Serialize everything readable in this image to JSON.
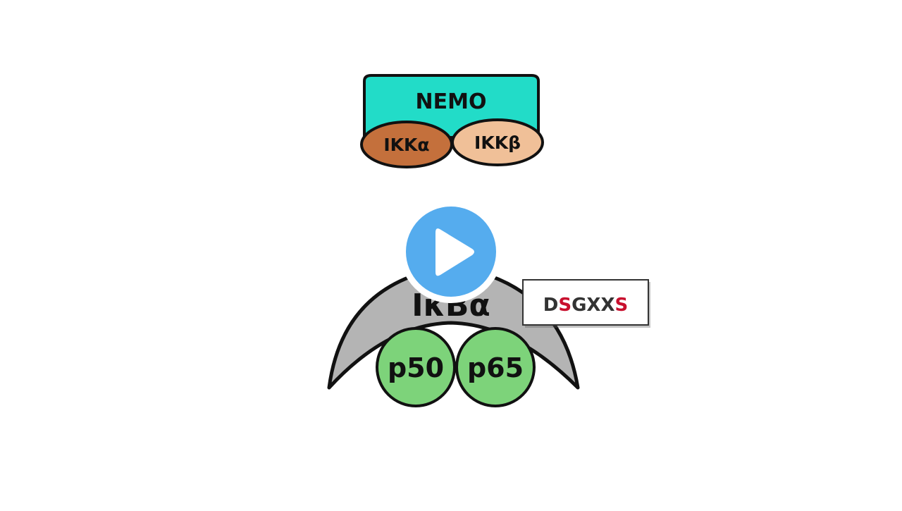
{
  "complex": {
    "nemo_label": "NEMO",
    "ikk_alpha_label": "IKKα",
    "ikk_beta_label": "IKKβ"
  },
  "substrate": {
    "ikb_label": "IκBα",
    "p50_label": "p50",
    "p65_label": "p65"
  },
  "motif": {
    "segments": [
      {
        "text": "D",
        "highlight": false
      },
      {
        "text": "S",
        "highlight": true
      },
      {
        "text": "G",
        "highlight": false
      },
      {
        "text": "X",
        "highlight": false
      },
      {
        "text": "X",
        "highlight": false
      },
      {
        "text": "S",
        "highlight": true
      }
    ]
  },
  "colors": {
    "nemo": "#22dcc8",
    "ikk_alpha": "#c4703c",
    "ikk_beta": "#f0c098",
    "ikb": "#b4b4b4",
    "nfkb": "#7dd37a",
    "motif_normal": "#333333",
    "motif_highlight": "#c8102e",
    "play": "#55acee"
  },
  "overlay": {
    "icon": "play-icon"
  }
}
